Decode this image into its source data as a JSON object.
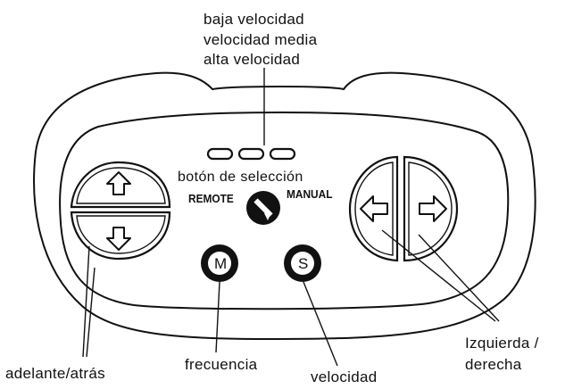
{
  "speed_levels": {
    "low": "baja velocidad",
    "medium": "velocidad media",
    "high": "alta velocidad"
  },
  "selector": {
    "label": "botón de selección",
    "remote": "REMOTE",
    "manual": "MANUAL"
  },
  "buttons": {
    "m_letter": "M",
    "s_letter": "S"
  },
  "callouts": {
    "forward_back": "adelante/atrás",
    "frequency": "frecuencia",
    "speed": "velocidad",
    "left_right_line1": "Izquierda /",
    "left_right_line2": "derecha"
  },
  "icons": [
    "arrow-up-icon",
    "arrow-down-icon",
    "arrow-left-icon",
    "arrow-right-icon",
    "selector-knob-icon"
  ],
  "colors": {
    "ink": "#111111",
    "background": "#ffffff"
  }
}
